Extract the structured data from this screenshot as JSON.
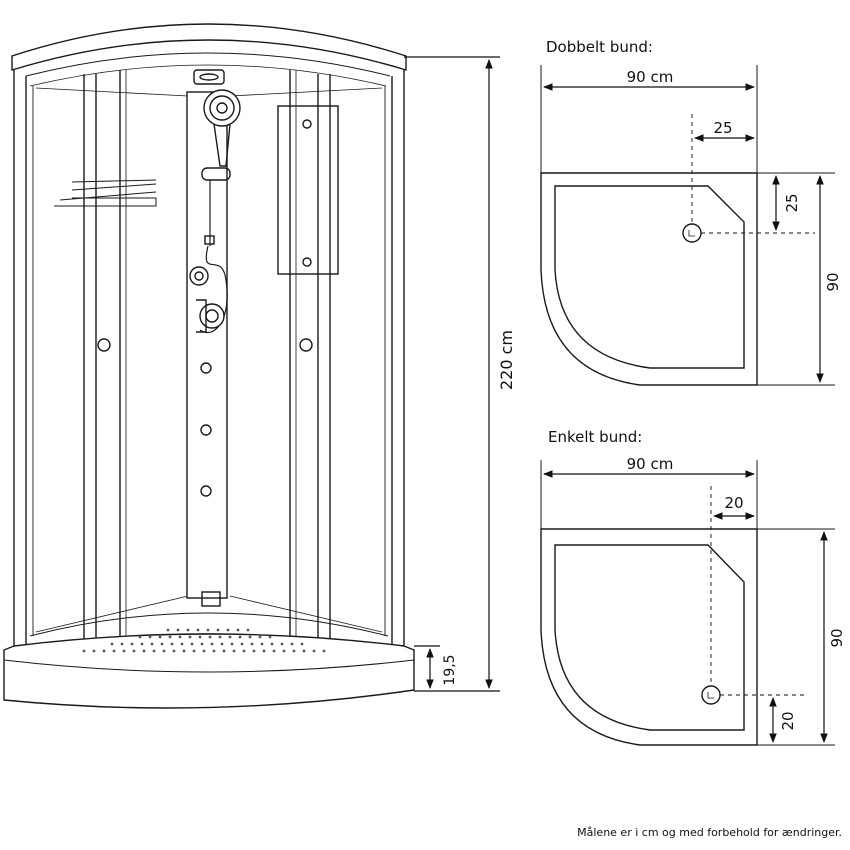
{
  "shower": {
    "height_label": "220 cm",
    "tray_height_label": "19,5"
  },
  "double_tray": {
    "title": "Dobbelt bund:",
    "width_label": "90 cm",
    "drain_x_label": "25",
    "drain_y_label": "25",
    "depth_label": "90"
  },
  "single_tray": {
    "title": "Enkelt bund:",
    "width_label": "90 cm",
    "drain_x_label": "20",
    "drain_y_label": "20",
    "depth_label": "90"
  },
  "footer": {
    "note": "Målene er i cm og med forbehold for ændringer."
  },
  "colors": {
    "line": "#1a1a1a",
    "fill": "#ffffff"
  }
}
